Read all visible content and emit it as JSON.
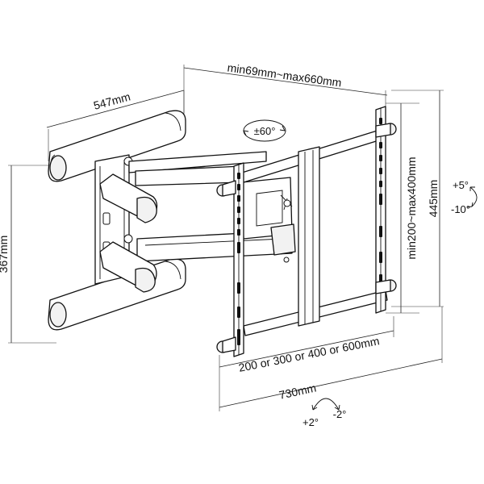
{
  "labels": {
    "arm_extension": "min69mm~max660mm",
    "wall_plate_width": "547mm",
    "wall_plate_height": "367mm",
    "swivel": "±60°",
    "tilt_up": "+5°",
    "tilt_down": "-10°",
    "vesa_vertical": "min200~max400mm",
    "bracket_height": "445mm",
    "vesa_horizontal": "200 or 300 or 400 or 600mm",
    "bracket_width": "730mm",
    "level_plus": "+2°",
    "level_minus": "-2°"
  }
}
